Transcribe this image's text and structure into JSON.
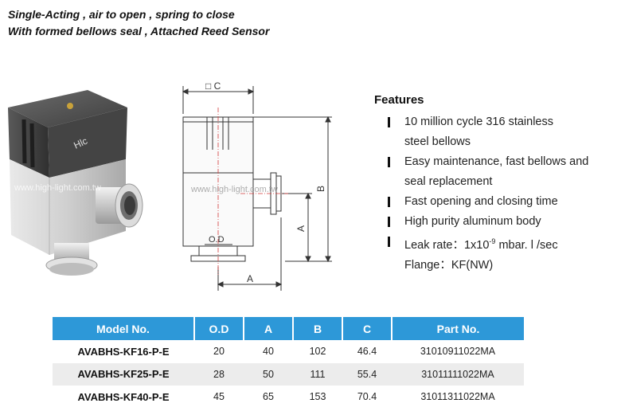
{
  "header": {
    "line1": "Single-Acting , air to open , spring to close",
    "line2": "With formed bellows seal , Attached Reed Sensor"
  },
  "diagram": {
    "label_c": "□ C",
    "label_b": "B",
    "label_a_vertical": "A",
    "label_od": "O.D",
    "label_a_horizontal": "A",
    "watermark": "www.high-light.com.tw"
  },
  "photo": {
    "watermark": "www.high-light.com.tw",
    "brand": "Hlc"
  },
  "features": {
    "title": "Features",
    "items": [
      {
        "line1": "10 million cycle 316 stainless",
        "line2": "steel bellows"
      },
      {
        "line1": "Easy maintenance, fast bellows and",
        "line2": "seal replacement"
      },
      {
        "line1": "Fast opening and closing time"
      },
      {
        "line1": "High purity aluminum body"
      },
      {
        "line1_pre": "Leak rate：1x10",
        "line1_sup": "-9",
        "line1_post": " mbar. l /sec",
        "line2": "Flange：KF(NW)"
      }
    ]
  },
  "table": {
    "headers": [
      "Model No.",
      "O.D",
      "A",
      "B",
      "C",
      "Part No."
    ],
    "rows": [
      [
        "AVABHS-KF16-P-E",
        "20",
        "40",
        "102",
        "46.4",
        "31010911022MA"
      ],
      [
        "AVABHS-KF25-P-E",
        "28",
        "50",
        "111",
        "55.4",
        "31011111022MA"
      ],
      [
        "AVABHS-KF40-P-E",
        "45",
        "65",
        "153",
        "70.4",
        "31011311022MA"
      ]
    ]
  },
  "colors": {
    "table_header": "#2d98d8",
    "row_alt": "#ececec"
  }
}
